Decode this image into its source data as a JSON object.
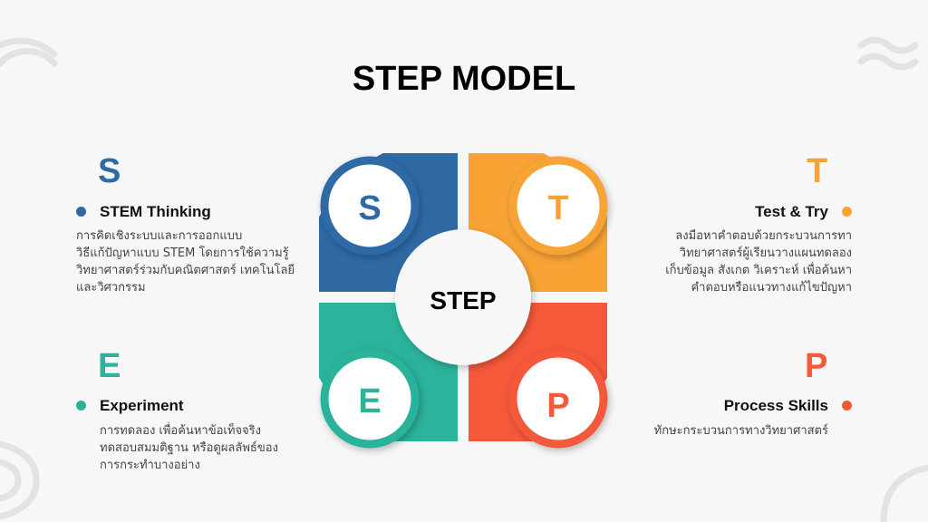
{
  "title": "STEP MODEL",
  "center_label": "STEP",
  "colors": {
    "S": "#2f6aa5",
    "T": "#f8a334",
    "E": "#2bb39b",
    "P": "#f6583a"
  },
  "items": [
    {
      "letter": "S",
      "heading": "STEM Thinking",
      "lines": [
        "การคิดเชิงระบบและการออกแบบ",
        "วิธีแก้ปัญหาแบบ STEM โดยการใช้ความรู้",
        "วิทยาศาสตร์ร่วมกับคณิตศาสตร์ เทคโนโลยี",
        "และวิศวกรรม"
      ]
    },
    {
      "letter": "T",
      "heading": "Test & Try",
      "lines": [
        "ลงมือหาคำตอบด้วยกระบวนการทา",
        "วิทยาศาสตร์ผู้เรียนวางแผนทดลอง",
        "เก็บข้อมูล สังเกต วิเคราะห์ เพื่อค้นหา",
        "คำตอบหรือแนวทางแก้ไขปัญหา"
      ]
    },
    {
      "letter": "E",
      "heading": "Experiment",
      "lines": [
        "การทดลอง เพื่อค้นหาข้อเท็จจริง",
        "ทดสอบสมมติฐาน หรือดูผลลัพธ์ของ",
        "การกระทำบางอย่าง"
      ]
    },
    {
      "letter": "P",
      "heading": "Process Skills",
      "lines": [
        "ทักษะกระบวนการทางวิทยาศาสตร์"
      ]
    }
  ]
}
